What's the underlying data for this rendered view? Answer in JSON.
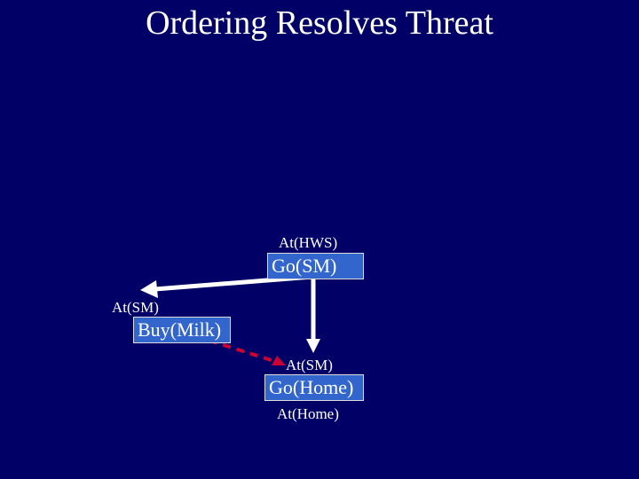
{
  "title": "Ordering Resolves Threat",
  "steps": {
    "go_sm": {
      "precondition": "At(HWS)",
      "action": "Go(SM)"
    },
    "buy_milk": {
      "precondition": "At(SM)",
      "action": "Buy(Milk)"
    },
    "go_home": {
      "precondition": "At(SM)",
      "action": "Go(Home)",
      "effect": "At(Home)"
    }
  },
  "colors": {
    "background": "#000066",
    "step_fill": "#3366cc",
    "causal_link": "#ffffff",
    "ordering_link": "#cc0033"
  }
}
